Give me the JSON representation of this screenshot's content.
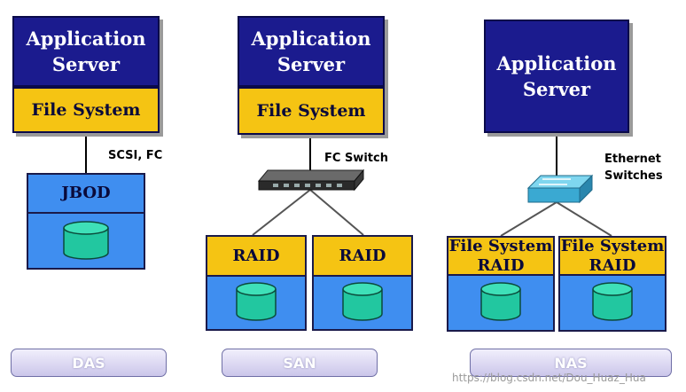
{
  "columns": [
    {
      "id": "das",
      "server_label": "Application Server",
      "server_lines": [
        "Application",
        "Server"
      ],
      "fs_label": "File System",
      "connection_label": "SCSI, FC",
      "storage": [
        {
          "label": "JBOD"
        }
      ],
      "bar_label": "DAS"
    },
    {
      "id": "san",
      "server_lines": [
        "Application",
        "Server"
      ],
      "fs_label": "File System",
      "switch_label": "FC Switch",
      "storage": [
        {
          "label": "RAID"
        },
        {
          "label": "RAID"
        }
      ],
      "bar_label": "SAN"
    },
    {
      "id": "nas",
      "server_lines": [
        "Application",
        "Server"
      ],
      "switch_label_lines": [
        "Ethernet",
        "Switches"
      ],
      "storage": [
        {
          "label_lines": [
            "File System",
            "RAID"
          ]
        },
        {
          "label_lines": [
            "File System",
            "RAID"
          ]
        }
      ],
      "bar_label": "NAS"
    }
  ],
  "watermark": "https://blog.csdn.net/Dou_Huaz_Hua",
  "colors": {
    "server_fill": "#1b1b8e",
    "file_system_fill": "#f5c413",
    "storage_fill": "#3f8ef0",
    "disk_fill": "#22c7a0",
    "bar_fill": "#d9d5f2"
  },
  "icons": [
    "fc-switch-icon",
    "ethernet-switch-icon",
    "disk-icon"
  ]
}
